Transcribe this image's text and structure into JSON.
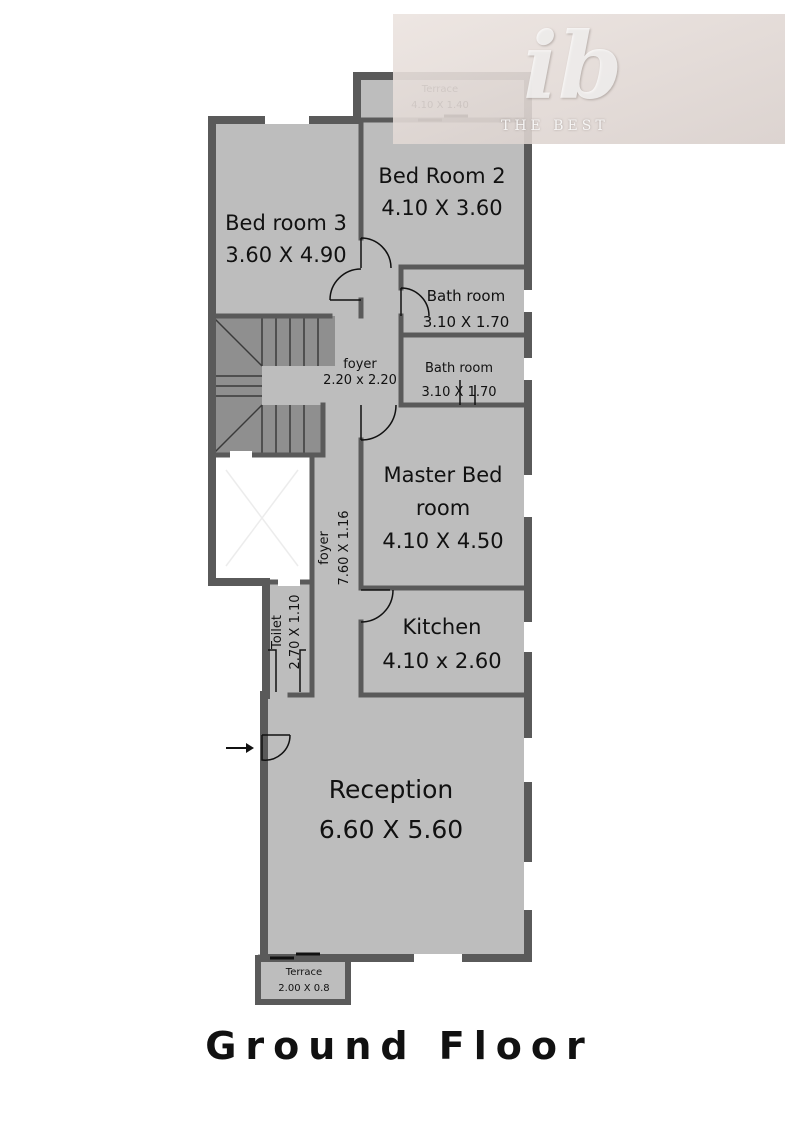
{
  "plan": {
    "title": "Ground Floor",
    "colors": {
      "wall": "#5a5a5a",
      "floor": "#bdbdbd",
      "window": "#ffffff"
    },
    "rooms": [
      {
        "id": "terrace-top",
        "name": "Terrace",
        "size": "4.10 X 1.40"
      },
      {
        "id": "bed-room-2",
        "name": "Bed Room 2",
        "size": "4.10 X 3.60"
      },
      {
        "id": "bed-room-3",
        "name": "Bed room 3",
        "size": "3.60 X 4.90"
      },
      {
        "id": "bath-room-1",
        "name": "Bath room",
        "size": "3.10 X 1.70"
      },
      {
        "id": "bath-room-2",
        "name": "Bath room",
        "size": "3.10 X 1.70"
      },
      {
        "id": "foyer-upper",
        "name": "foyer",
        "size": "2.20 x 2.20"
      },
      {
        "id": "master-bed-room",
        "name": "Master Bed",
        "name2": "room",
        "size": "4.10 X 4.50"
      },
      {
        "id": "foyer-corridor",
        "name": "foyer",
        "size": "7.60 X 1.16"
      },
      {
        "id": "kitchen",
        "name": "Kitchen",
        "size": "4.10 x 2.60"
      },
      {
        "id": "toilet",
        "name": "Toilet",
        "size": "2.70 X 1.10"
      },
      {
        "id": "reception",
        "name": "Reception",
        "size": "6.60 X 5.60"
      },
      {
        "id": "terrace-bottom",
        "name": "Terrace",
        "size": "2.00 X 0.8"
      }
    ]
  },
  "watermark": {
    "logo": "ib",
    "text": "THE BEST"
  }
}
